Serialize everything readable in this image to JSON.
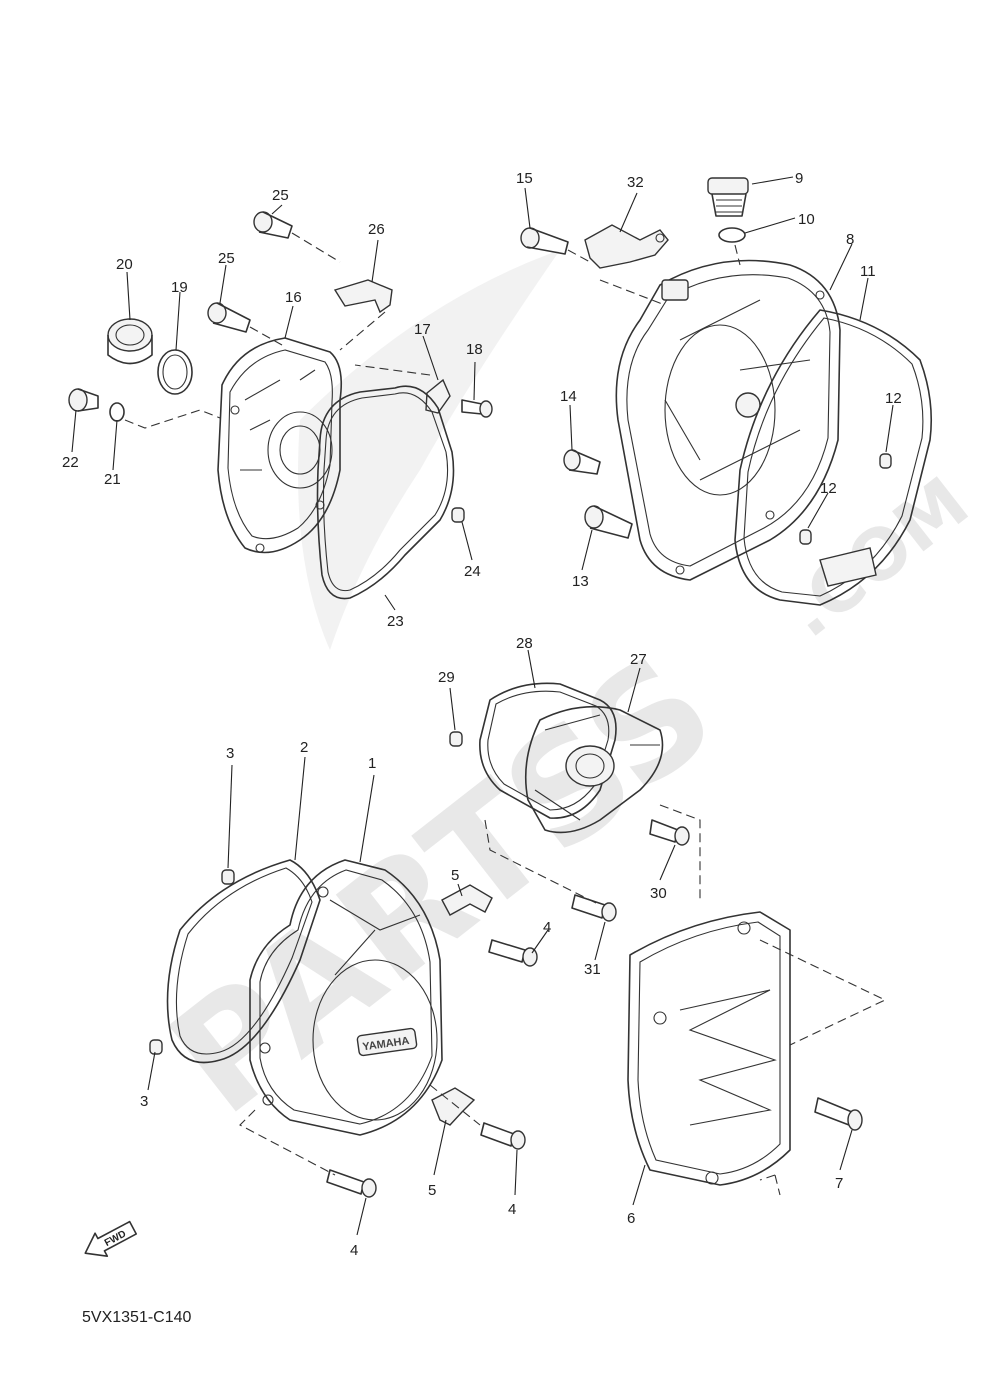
{
  "diagram": {
    "code": "5VX1351-C140",
    "fwd_label": "FWD",
    "brand_badge": "YAMAHA",
    "watermark_main": "PARTSS",
    "watermark_domain": ".COM",
    "callouts": [
      "1",
      "2",
      "3",
      "3",
      "4",
      "4",
      "4",
      "5",
      "5",
      "6",
      "7",
      "8",
      "9",
      "10",
      "11",
      "12",
      "12",
      "13",
      "14",
      "15",
      "16",
      "17",
      "18",
      "19",
      "20",
      "21",
      "22",
      "23",
      "24",
      "25",
      "25",
      "26",
      "27",
      "28",
      "29",
      "30",
      "31",
      "32"
    ]
  }
}
